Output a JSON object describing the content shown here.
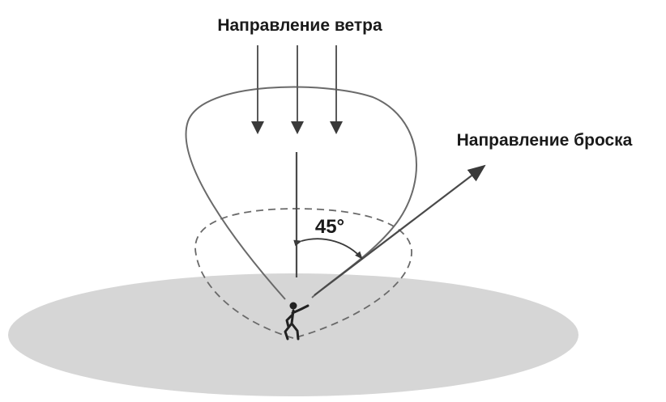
{
  "labels": {
    "wind_direction": "Направление ветра",
    "throw_direction": "Направление броска",
    "angle": "45°"
  },
  "colors": {
    "ground": "#d6d6d6",
    "line": "#5a5a5a",
    "arrow": "#3a3a3a",
    "dashed": "#6a6a6a",
    "text": "#1a1a1a",
    "figure": "#222222"
  },
  "icons": {
    "person": "thrower-figure-icon"
  }
}
